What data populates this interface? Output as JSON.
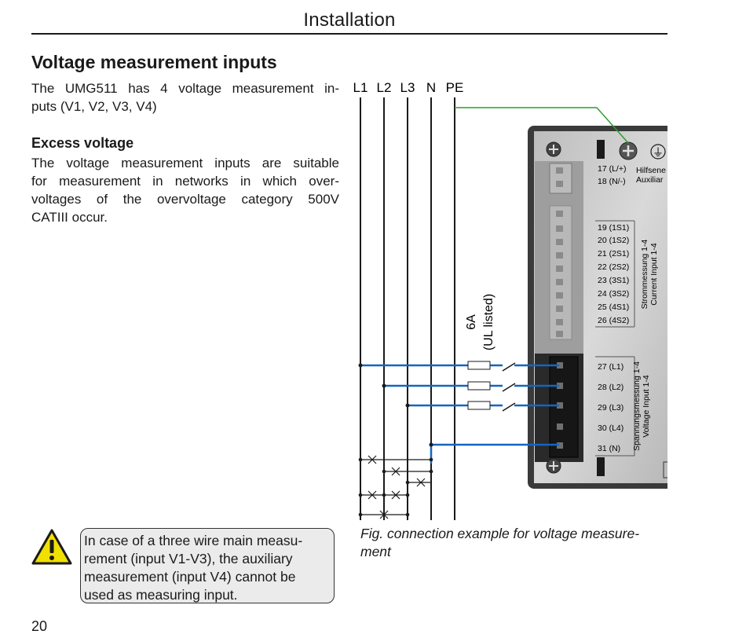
{
  "header": {
    "title": "Installation"
  },
  "section": {
    "title": "Voltage measurement inputs",
    "intro_lines": [
      "The UMG511 has 4 voltage measurement in-",
      "puts (V1, V2, V3, V4)"
    ],
    "subheading": "Excess voltage",
    "body_lines": [
      "The voltage measurement inputs are suitable",
      "for measurement in networks in which over-",
      "voltages of the overvoltage category 500V",
      "CATIII occur."
    ]
  },
  "warning": {
    "icon": "warning-triangle-icon",
    "lines": [
      "In case of a three wire main measu-",
      "rement (input V1-V3), the auxiliary",
      "measurement (input V4) cannot be",
      "used as measuring input."
    ]
  },
  "figure": {
    "conductors": [
      "L1",
      "L2",
      "L3",
      "N",
      "PE"
    ],
    "fuse_label_line1": "6A",
    "fuse_label_line2": "(UL listed)",
    "auxiliary_terminals": [
      "17 (L/+)",
      "18 (N/-)"
    ],
    "auxiliary_group_labels": [
      "Hilfsene",
      "Auxiliar"
    ],
    "ground_symbol": "⏚",
    "current_terminals": [
      "19 (1S1)",
      "20 (1S2)",
      "21 (2S1)",
      "22 (2S2)",
      "23 (3S1)",
      "24 (3S2)",
      "25 (4S1)",
      "26 (4S2)"
    ],
    "current_group_labels": [
      "Strommessung 1-4",
      "Current Input 1-4"
    ],
    "voltage_terminals": [
      "27 (L1)",
      "28 (L2)",
      "29 (L3)",
      "30 (L4)",
      "31 (N)"
    ],
    "voltage_group_labels": [
      "Spannungsmessung 1-4",
      "Voltage Input 1-4"
    ],
    "caption_lines": [
      "Fig. connection example for voltage measure-",
      "ment"
    ]
  },
  "page_number": "20",
  "colors": {
    "wire": "#1565c0",
    "pe_wire": "#2e9e2e",
    "warning_fill": "#f0e000"
  }
}
